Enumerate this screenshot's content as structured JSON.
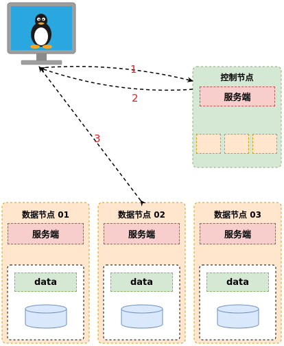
{
  "diagram": {
    "control_node": {
      "title": "控制节点",
      "service_label": "服务端"
    },
    "data_nodes": [
      {
        "title": "数据节点 01",
        "service_label": "服务端",
        "data_label": "data"
      },
      {
        "title": "数据节点 02",
        "service_label": "服务端",
        "data_label": "data"
      },
      {
        "title": "数据节点 03",
        "service_label": "服务端",
        "data_label": "data"
      }
    ],
    "edge_labels": [
      "1",
      "2",
      "3"
    ],
    "colors": {
      "node_fill": "#ffe6cc",
      "node_border": "#d79b00",
      "control_fill": "#d5e8d4",
      "control_border": "#82b366",
      "service_fill": "#f8cecc",
      "service_border": "#b85450",
      "data_fill": "#d5e8d4",
      "db_fill": "#dae8fc",
      "db_border": "#6c8ebf",
      "edge_label": "#e02424"
    }
  }
}
